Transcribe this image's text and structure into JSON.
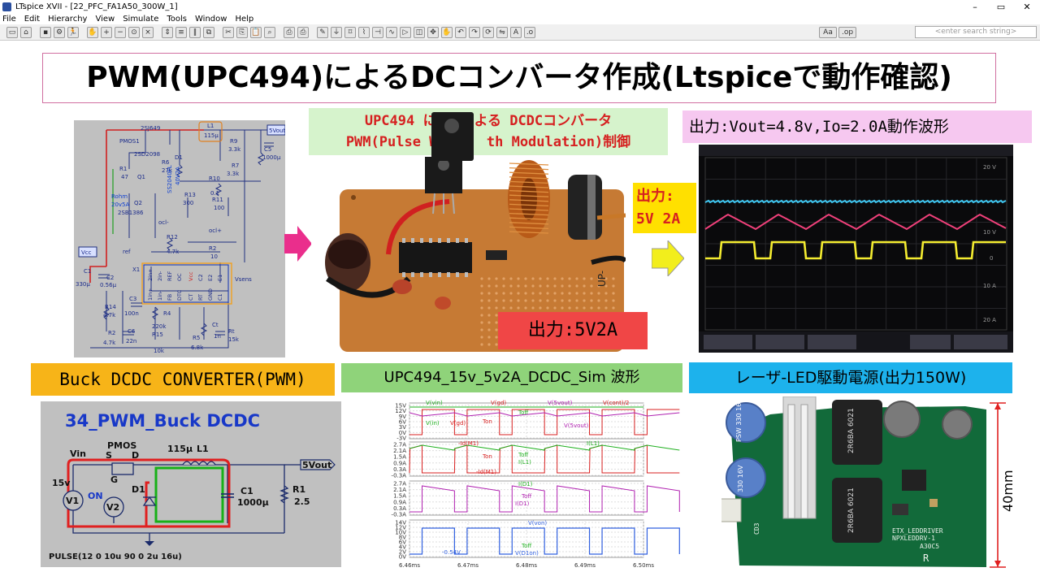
{
  "window": {
    "title": "LTspice XVII - [22_PFC_FA1A50_300W_1]",
    "controls": [
      "–",
      "▭",
      "✕"
    ]
  },
  "menu": [
    "File",
    "Edit",
    "Hierarchy",
    "View",
    "Simulate",
    "Tools",
    "Window",
    "Help"
  ],
  "toolbar": {
    "search_placeholder": "<enter search string>",
    "tools": [
      "folder-icon",
      "open-icon",
      "save-icon",
      "control-panel-icon",
      "run-icon",
      "halt-icon",
      "zoom-in-icon",
      "zoom-out-icon",
      "zoom-fit-icon",
      "zoom-cancel-icon",
      "autorange-icon",
      "tile-h-icon",
      "tile-v-icon",
      "cascade-icon",
      "cut-icon",
      "copy-icon",
      "paste-icon",
      "find-icon",
      "print-icon",
      "print-setup-icon",
      "wire-icon",
      "ground-icon",
      "label-icon",
      "resistor-icon",
      "capacitor-icon",
      "inductor-icon",
      "diode-icon",
      "component-icon",
      "move-icon",
      "drag-icon",
      "undo-icon",
      "redo-icon",
      "rotate-icon",
      "mirror-icon",
      "text-icon",
      "spice-directive-icon"
    ],
    "text_tool": "Aa",
    "op_tool": ".op"
  },
  "main_title": "PWM(UPC494)によるDCコンバータ作成(Ltspiceで動作確認)",
  "schematic_top": {
    "labels": {
      "q_top": "2SJ649",
      "pmos": "PMOS1",
      "q_mid": "2SD2098",
      "r1": "R1",
      "r1v": "47",
      "q1": "Q1",
      "r6": "R6",
      "r6v": "27k",
      "rohm": "Rohm",
      "rohm_spec": "20v5A",
      "q2": "Q2",
      "q2b": "2SB1386",
      "l1": "L1",
      "l1v": "115μ",
      "d1": "D1",
      "d1part": "SS2040FL",
      "d1spec": "40V2A",
      "r9": "R9",
      "r9v": "3.3k",
      "c5": "C5",
      "c5v": "1000μ",
      "r7": "R7",
      "r7v": "3.3k",
      "r10": "R10",
      "r10v": "0.1",
      "r13": "R13",
      "r13v": "300",
      "r11": "R11",
      "r11v": "100",
      "vout": "5Vout",
      "vcc": "Vcc",
      "ocl_m": "ocl-",
      "ocl_p": "ocl+",
      "ref": "ref",
      "r12": "R12",
      "r12v": "4.7k",
      "r2": "R2",
      "r2v": "10",
      "x1": "X1",
      "vsens": "Vsens",
      "c1": "C1",
      "c1v": "330μ",
      "c2": "C2",
      "c2v": "0.56μ",
      "c3": "C3",
      "c3v": "100n",
      "r14": "R14",
      "r14v": "4.7k",
      "r4": "R4",
      "r4v": "220k",
      "r15": "R15",
      "r15v": "10k",
      "c6": "C6",
      "c6v": "22n",
      "r2b": "R2",
      "r2bv": "4.7k",
      "r5": "R5",
      "r5v": "6.8k",
      "ct": "Ct",
      "ctv": "1n",
      "rt": "Rt",
      "rtv": "15k"
    },
    "ic_pins": [
      "2in+",
      "2in-",
      "REF",
      "OC",
      "Vcc",
      "C2",
      "E2",
      "E1",
      "1in+",
      "1in-",
      "FB",
      "DTC",
      "CT",
      "RT",
      "GND",
      "C1"
    ]
  },
  "sim_caption": {
    "line1_a": "UPC494 に",
    "line1_b": "よる DCDCコンバータ",
    "line2_a": "PWM(Pulse Wid",
    "line2_b": "th Modulation)制御"
  },
  "scope_caption": "出力:Vout=4.8v,Io=2.0A動作波形",
  "out_side": {
    "line1": "出力:",
    "line2": "5V 2A"
  },
  "out_photo": "出力:5V2A",
  "board_silk": "UP-",
  "scope": {
    "trace_colors": [
      "#3fc6f0",
      "#f0407a",
      "#f4ec30"
    ],
    "ch_labels": [
      "20 V",
      "10 V",
      "0",
      "10 A",
      "20 A"
    ]
  },
  "orange_label": "Buck DCDC CONVERTER(PWM)",
  "green_label": "UPC494_15v_5v2A_DCDC_Sim 波形",
  "blue_label": "レーザ-LED駆動電源(出力150W)",
  "buck": {
    "title": "34_PWM_Buck DCDC",
    "vin": "Vin",
    "pmos": "PMOS",
    "s": "S",
    "d": "D",
    "g": "G",
    "l1v": "115μ",
    "l1": "L1",
    "vout": "5Vout",
    "v15": "15v",
    "v1": "V1",
    "on": "ON",
    "v2": "V2",
    "d1": "D1",
    "c1": "C1",
    "c1v": "1000μ",
    "r1": "R1",
    "r1v": "2.5",
    "pulse": "PULSE(12 0 10u 90 0 2u 16u)"
  },
  "waveform": {
    "pane1": {
      "ticks": [
        "15V",
        "12V",
        "9V",
        "6V",
        "3V",
        "0V",
        "-3V"
      ],
      "labels": [
        "V(vin)",
        "V(gd)",
        "V(5vout)",
        "V(cont)/2",
        "V(in)",
        "V(gd)",
        "Ton",
        "Toff",
        "V(5vout)"
      ]
    },
    "pane2": {
      "ticks": [
        "2.7A",
        "2.1A",
        "1.5A",
        "0.9A",
        "0.3A",
        "-0.3A"
      ],
      "labels": [
        "-Id(M1)",
        "I(L1)",
        "Ton",
        "Toff",
        "I(L1)",
        "-Id(M1)"
      ]
    },
    "pane3": {
      "ticks": [
        "2.7A",
        "2.1A",
        "1.5A",
        "0.9A",
        "0.3A",
        "-0.3A"
      ],
      "labels": [
        "I(D1)",
        "Toff",
        "I(D1)"
      ]
    },
    "pane4": {
      "ticks": [
        "14V",
        "12V",
        "10V",
        "8V",
        "6V",
        "4V",
        "2V",
        "0V"
      ],
      "labels": [
        "V(von)",
        "-0.54V",
        "Toff",
        "V(D1on)"
      ]
    },
    "x_ticks": [
      "6.46ms",
      "6.47ms",
      "6.48ms",
      "6.49ms",
      "6.50ms"
    ],
    "colors": {
      "green": "#20b020",
      "red": "#d82020",
      "purple": "#b020b0",
      "blue": "#3060e0"
    }
  },
  "led_board": {
    "cap_text_a": "PSW 330 16V",
    "cap_text_b": "330 16V",
    "inductor_a": "2R6BA 6021",
    "inductor_b": "2R6BA 6021",
    "silk1": "ETX_LEDDRIVER",
    "silk2": "NPXLEDDRV-1",
    "silk3": "A30C5",
    "silk4": "R",
    "silk5": "CD3",
    "dimension": "40mm"
  }
}
